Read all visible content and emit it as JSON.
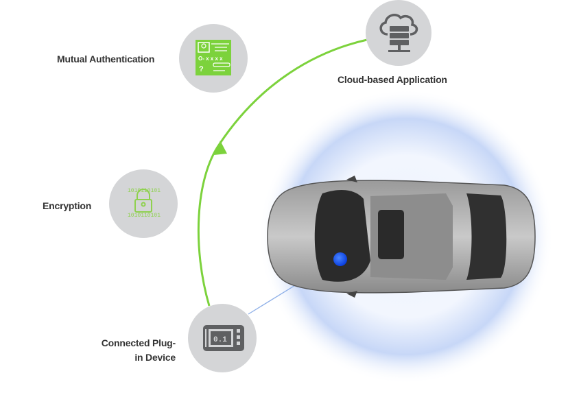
{
  "nodes": {
    "mutual_auth": {
      "label": "Mutual Authentication",
      "icon": "id-card-icon"
    },
    "cloud": {
      "label": "Cloud-based Application",
      "icon": "cloud-server-icon"
    },
    "encryption": {
      "label": "Encryption",
      "icon": "binary-lock-icon"
    },
    "plugin": {
      "label_line1": "Connected Plug-",
      "label_line2": "in Device",
      "icon": "plugin-device-icon"
    }
  },
  "colors": {
    "accent_green": "#7cd23c",
    "node_gray": "#d4d5d7",
    "icon_dark": "#5f6062",
    "device_blue": "#1a56ff",
    "glow_blue": "#b9cdf5"
  }
}
